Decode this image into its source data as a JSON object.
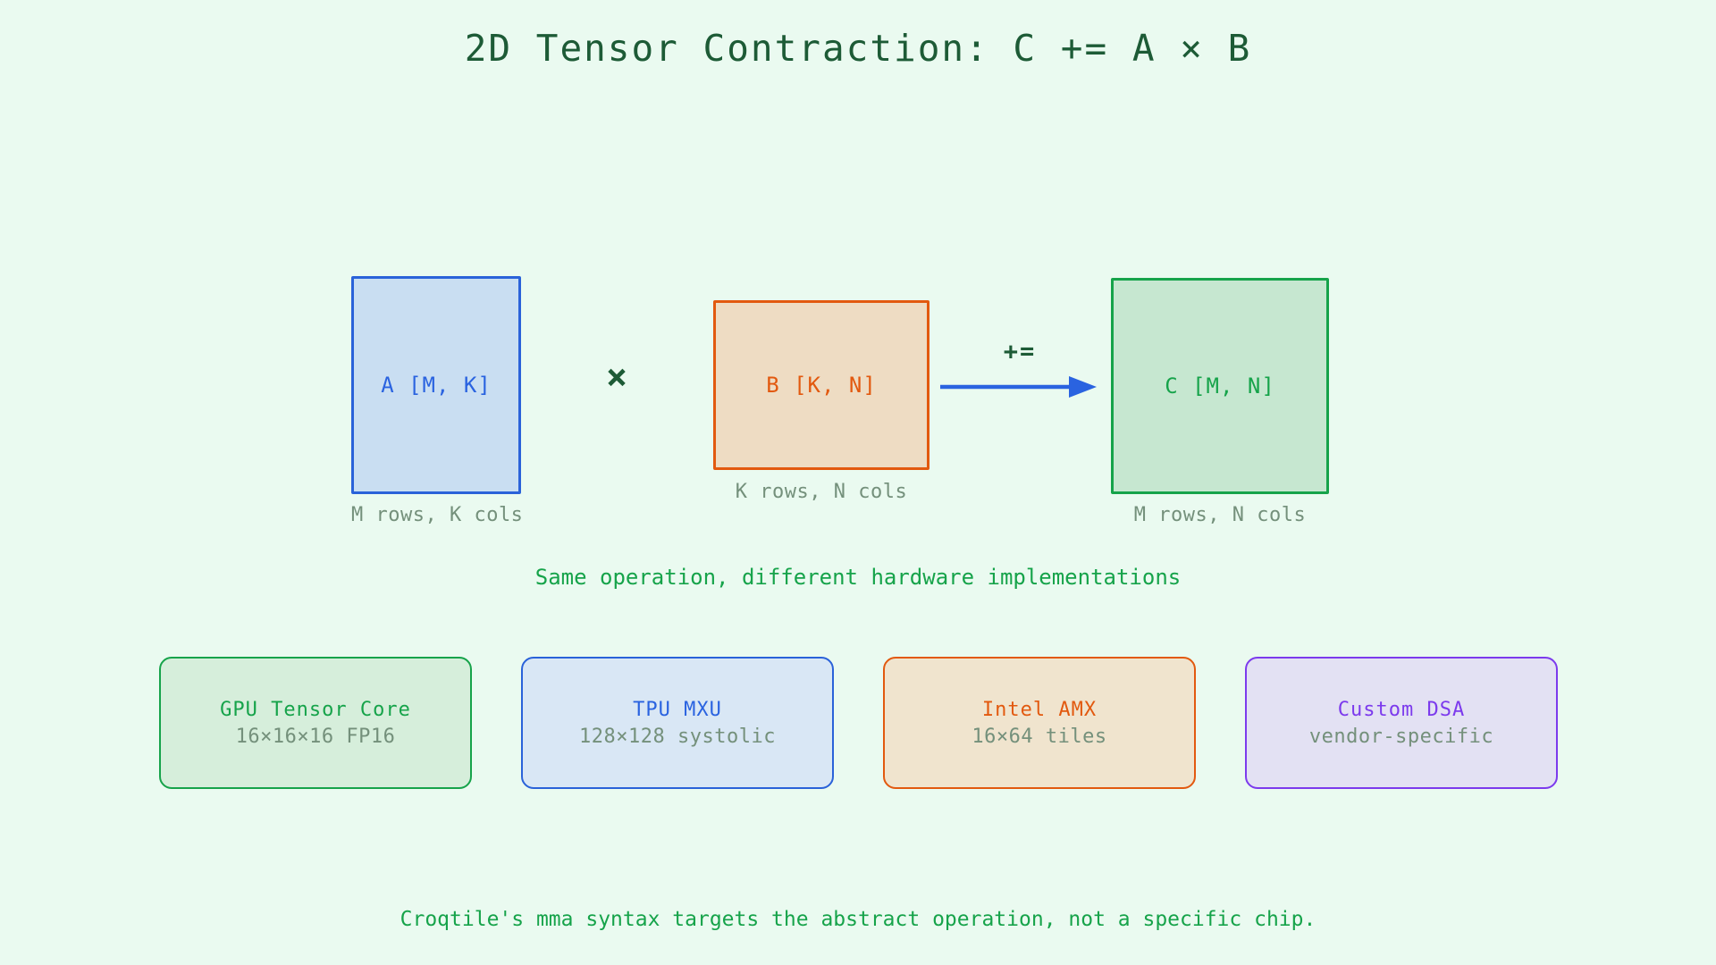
{
  "page": {
    "title": "2D Tensor Contraction: C += A × B"
  },
  "diagram": {
    "operands": [
      {
        "id": "A",
        "label": "A [M, K]",
        "caption": "M rows, K cols"
      },
      {
        "id": "B",
        "label": "B [K, N]",
        "caption": "K rows, N cols"
      },
      {
        "id": "C",
        "label": "C [M, N]",
        "caption": "M rows, N cols"
      }
    ],
    "times_symbol": "×",
    "arrow_label": "+="
  },
  "subtitle": "Same operation, different hardware implementations",
  "hardware_cards": [
    {
      "name": "GPU Tensor Core",
      "detail": "16×16×16 FP16",
      "accent": "#16a34a",
      "fill": "#d6eedb"
    },
    {
      "name": "TPU MXU",
      "detail": "128×128 systolic",
      "accent": "#2a63e0",
      "fill": "#d9e7f5"
    },
    {
      "name": "Intel AMX",
      "detail": "16×64 tiles",
      "accent": "#e2590f",
      "fill": "#f0e4ce"
    },
    {
      "name": "Custom DSA",
      "detail": "vendor-specific",
      "accent": "#7c3aed",
      "fill": "#e3e1f3"
    }
  ],
  "footer": "Croqtile's mma syntax targets the abstract operation, not a specific chip.",
  "colors": {
    "background": "#eafaf0",
    "heading_green": "#1d5b36",
    "accent_green": "#16a34a",
    "muted_green_gray": "#74907b",
    "blue": "#2a63e0",
    "orange": "#e2590f",
    "purple": "#7c3aed"
  }
}
